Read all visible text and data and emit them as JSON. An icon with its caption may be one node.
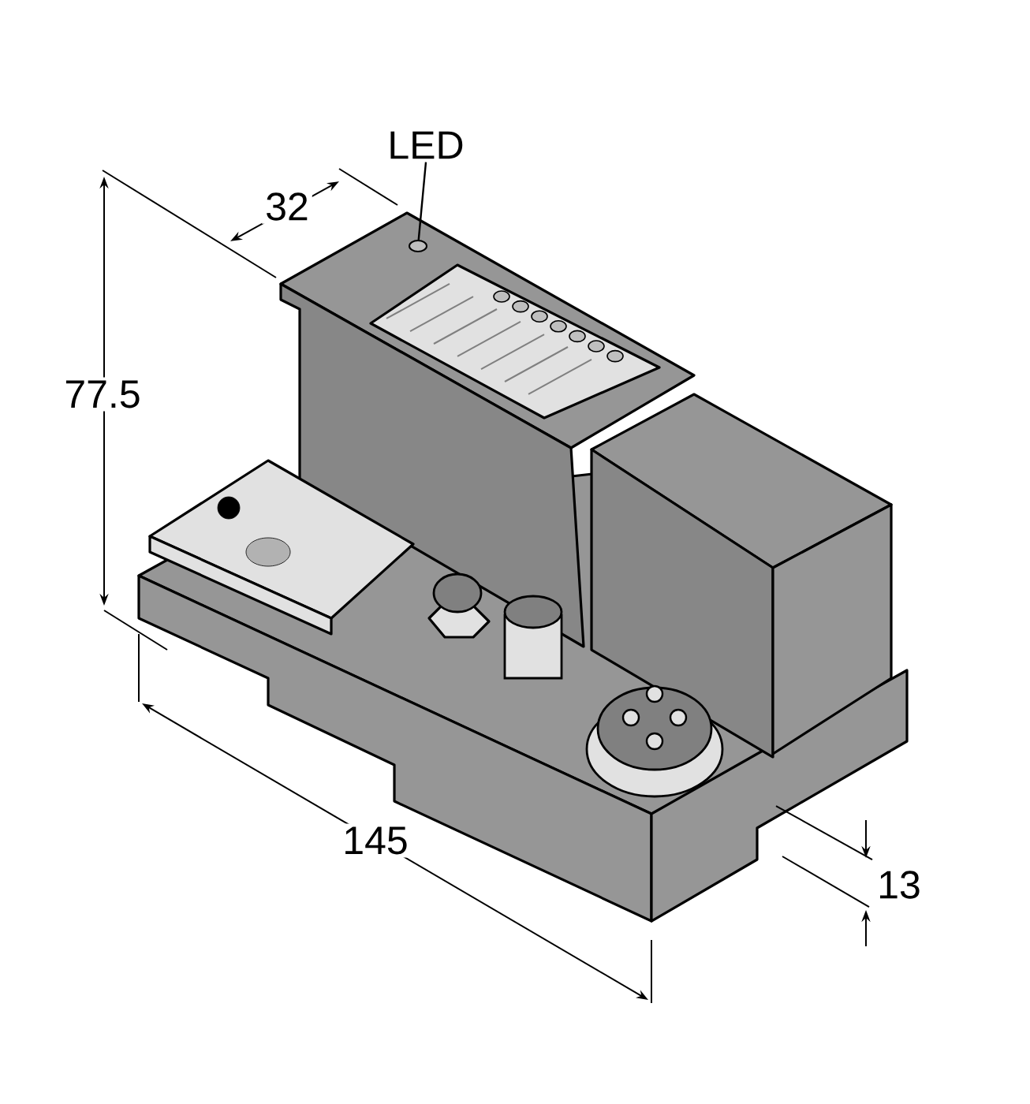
{
  "diagram": {
    "nodes": [
      {
        "text": [
          "LED"
        ]
      },
      {
        "text": [],
        "shape": "circle"
      }
    ],
    "edges": [
      {
        "from": 0,
        "to": 1,
        "arrow": "none"
      }
    ],
    "labels": [
      "32",
      "77.5",
      "145",
      "13"
    ]
  }
}
